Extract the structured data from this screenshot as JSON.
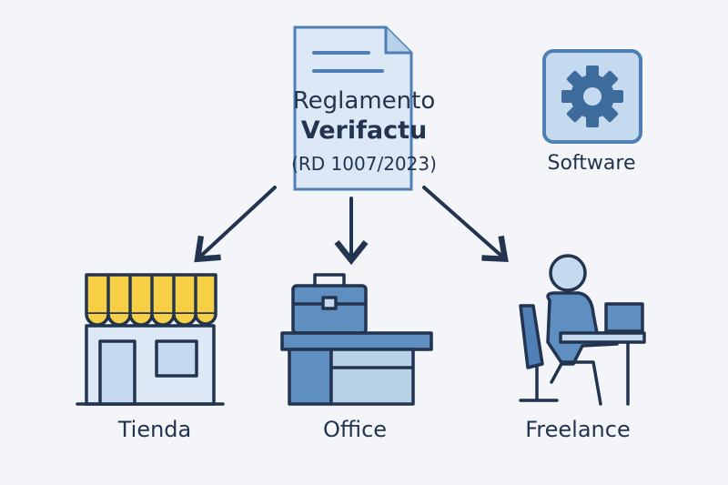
{
  "document": {
    "title_line1": "Reglamento",
    "title_line2": "Verifactu",
    "subtitle": "(RD 1007/2023)"
  },
  "software": {
    "label": "Software",
    "icon": "gear-icon"
  },
  "targets": [
    {
      "label": "Tienda",
      "icon": "storefront-icon"
    },
    {
      "label": "Office",
      "icon": "office-desk-icon"
    },
    {
      "label": "Freelance",
      "icon": "freelancer-laptop-icon"
    }
  ],
  "colors": {
    "background": "#f3f5f8",
    "navy": "#22344f",
    "blue": "#4f7fb5",
    "light_blue": "#b8d2ea",
    "awning_yellow": "#f7cf45"
  }
}
